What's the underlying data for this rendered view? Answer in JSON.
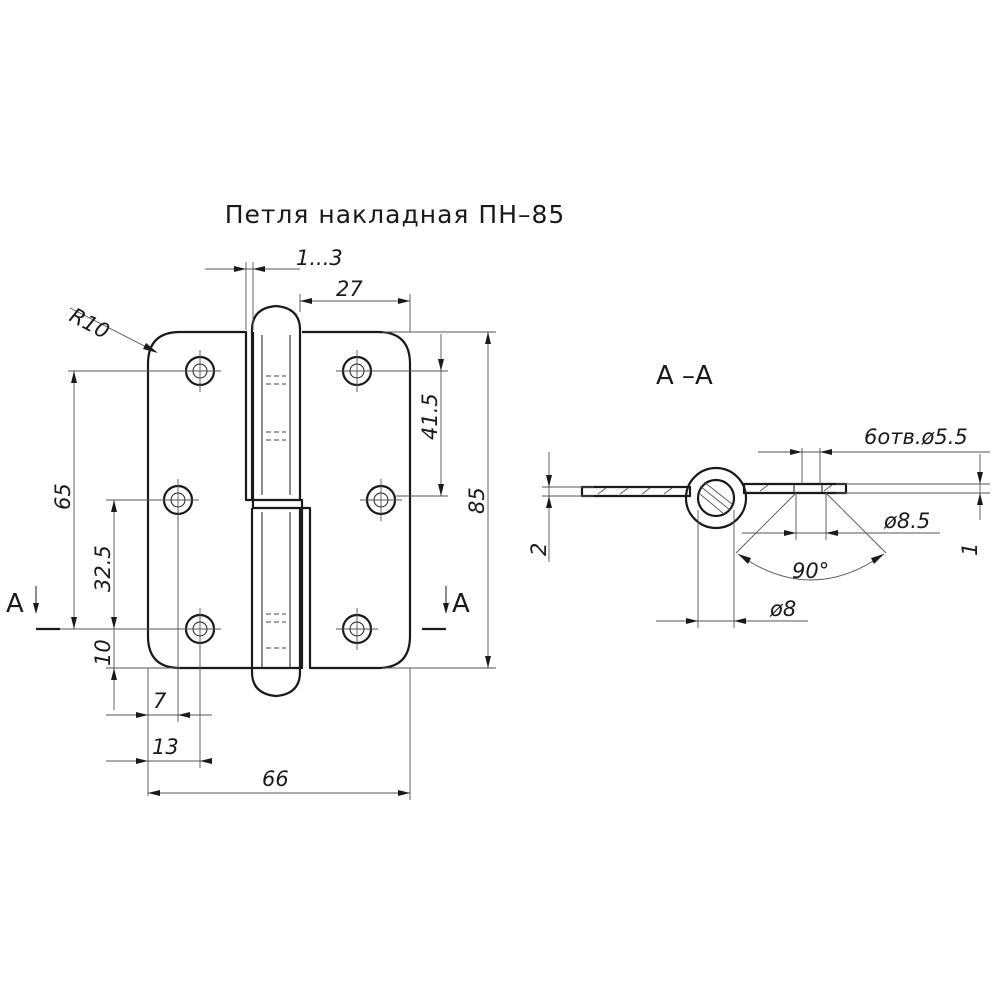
{
  "title": "Петля накладная ПН–85",
  "section_label": "А –А",
  "section_marker": "A",
  "front_view": {
    "dims": {
      "gap": "1...3",
      "pin_offset": "27",
      "corner_radius": "R10",
      "hole_spacing_vertical": "41.5",
      "total_height": "85",
      "outer_hole_spacing": "65",
      "mid_hole_offset": "32.5",
      "bottom_hole_offset": "10",
      "mid_hole_edge": "7",
      "bottom_hole_edge": "13",
      "total_width": "66"
    }
  },
  "section_view": {
    "dims": {
      "holes_note": "6отв.ø5.5",
      "countersink": "ø8.5",
      "sheet_thickness": "2",
      "wall_thickness": "1",
      "countersink_angle": "90°",
      "pin_diameter": "ø8"
    }
  }
}
